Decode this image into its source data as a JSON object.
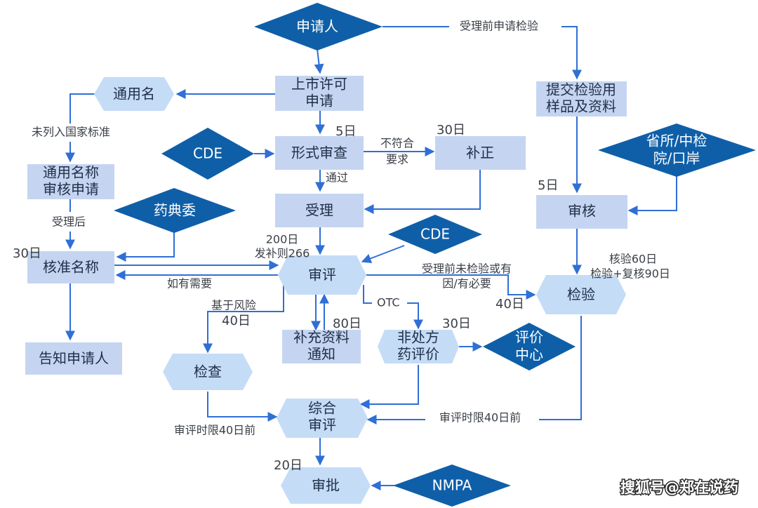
{
  "nodes": {
    "applicant": "申请人",
    "listing_application": [
      "上市许可",
      "申请"
    ],
    "generic_name": "通用名",
    "generic_name_review": [
      "通用名称",
      "审核申请"
    ],
    "approve_name": "核准名称",
    "notify_applicant": "告知申请人",
    "pharmacopoeia": "药典委",
    "cde_left": "CDE",
    "formal_review": "形式审查",
    "correction": "补正",
    "acceptance": "受理",
    "cde_right": "CDE",
    "technical_review": "审评",
    "supplement_notice": [
      "补充资料",
      "通知"
    ],
    "otc_eval": [
      "非处方",
      "药评价"
    ],
    "eval_center": [
      "评价",
      "中心"
    ],
    "inspection": "检查",
    "comprehensive_review": [
      "综合",
      "审评"
    ],
    "approval": "审批",
    "nmpa": "NMPA",
    "submit_samples": [
      "提交检验用",
      "样品及资料"
    ],
    "provincial_lab": [
      "省所/中检",
      "院/口岸"
    ],
    "audit": "审核",
    "testing": "检验"
  },
  "labels": {
    "pre_acceptance_test": "受理前申请检验",
    "not_listed": "未列入国家标准",
    "after_acceptance": "受理后",
    "if_needed": "如有需要",
    "non_compliant": [
      "不符合",
      "要求"
    ],
    "passed": "通过",
    "supplement_rule": [
      "200日",
      "发补则266"
    ],
    "untested_before": [
      "受理前未检验或有",
      "因/有必要"
    ],
    "risk_based": "基于风险",
    "otc": "OTC",
    "review_deadline_left": "审评时限40日前",
    "review_deadline_right": "审评时限40日前",
    "test_periods": [
      "核验60日",
      "检验+复核90日"
    ]
  },
  "days": {
    "formal_review": "5日",
    "correction": "30日",
    "approve_name": "30日",
    "audit": "5日",
    "supplement": "80日",
    "otc_eval": "30日",
    "inspection": "40日",
    "testing": "40日",
    "approval": "20日"
  },
  "watermark": "搜狐号@郑在说药",
  "colors": {
    "box_fill": "#c5d5f1",
    "diamond_fill": "#0f5fa8",
    "hexagon_fill": "#c5dcf7",
    "arrow": "#2f6fd6"
  }
}
